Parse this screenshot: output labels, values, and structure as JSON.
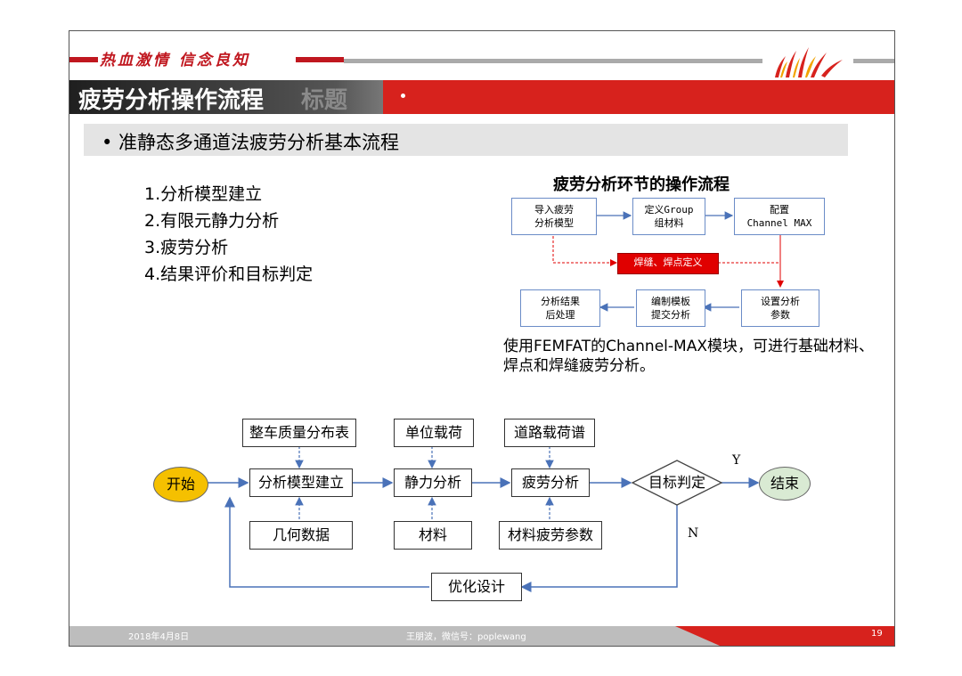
{
  "header": {
    "motto": "热血激情 信念良知",
    "title": "疲劳分析操作流程",
    "title_ghost": "标题"
  },
  "subtitle": "•  准静态多通道法疲劳分析基本流程",
  "steps": [
    "1.分析模型建立",
    "2.有限元静力分析",
    "3.疲劳分析",
    "4.结果评价和目标判定"
  ],
  "right_panel": {
    "title": "疲劳分析环节的操作流程",
    "boxes": {
      "import": [
        "导入疲劳",
        "分析模型"
      ],
      "define": [
        "定义Group",
        "组材料"
      ],
      "config": [
        "配置",
        "Channel MAX"
      ],
      "weld": "焊缝、焊点定义",
      "setup": [
        "设置分析",
        "参数"
      ],
      "edit": [
        "编制模板",
        "提交分析"
      ],
      "post": [
        "分析结果",
        "后处理"
      ]
    },
    "description": "使用FEMFAT的Channel-MAX模块，可进行基础材料、焊点和焊缝疲劳分析。"
  },
  "flowchart": {
    "start": "开始",
    "end": "结束",
    "model": "分析模型建立",
    "static": "静力分析",
    "fatigue": "疲劳分析",
    "judge": "目标判定",
    "mass": "整车质量分布表",
    "unit_load": "单位载荷",
    "road_load": "道路载荷谱",
    "geometry": "几何数据",
    "material": "材料",
    "material_fatigue": "材料疲劳参数",
    "optimize": "优化设计",
    "yes": "Y",
    "no": "N"
  },
  "footer": {
    "date": "2018年4月8日",
    "author": "王朋波，微信号：poplewang",
    "page": "19"
  },
  "colors": {
    "accent_red": "#d7221d",
    "start_yellow": "#f5c000",
    "end_green": "#d9ead3",
    "arrow_blue": "#4a72b8"
  }
}
